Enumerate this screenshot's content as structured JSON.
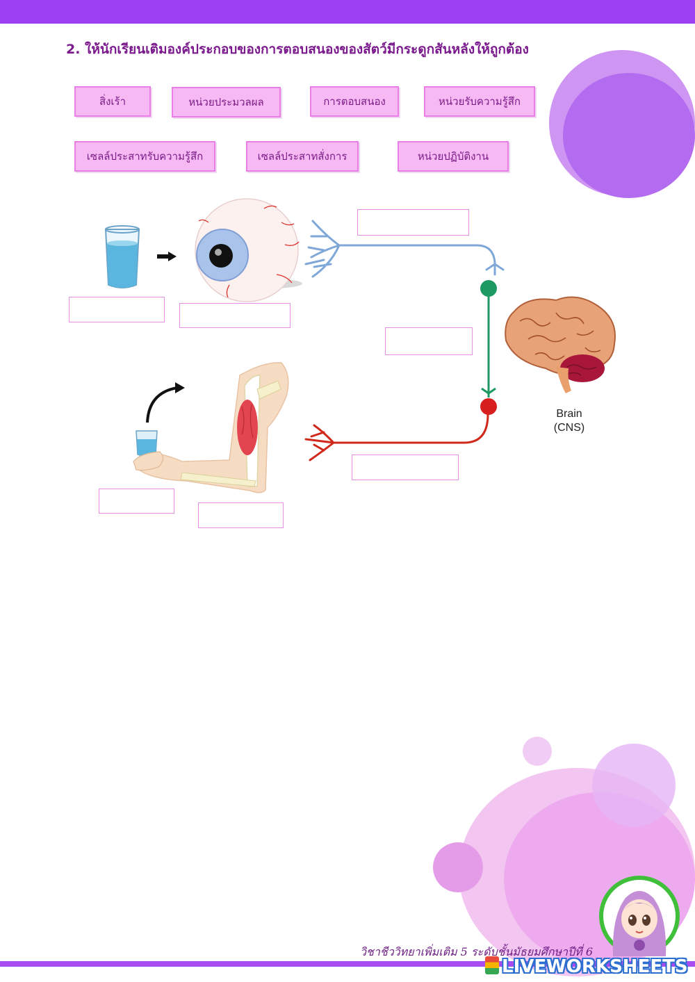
{
  "question": "2. ให้นักเรียนเติมองค์ประกอบของการตอบสนองของสัตว์มีกระดูกสันหลังให้ถูกต้อง",
  "word_bank": [
    "สิ่งเร้า",
    "หน่วยประมวลผล",
    "การตอบสนอง",
    "หน่วยรับความรู้สึก",
    "เซลล์ประสาทรับความรู้สึก",
    "เซลล์ประสาทสั่งการ",
    "หน่วยปฏิบัติงาน"
  ],
  "diagram": {
    "brain_label_line1": "Brain",
    "brain_label_line2": "(CNS)",
    "sensory_color": "#7fa8d8",
    "motor_color": "#d0291b",
    "interneuron_color": "#1d9a63"
  },
  "footer": {
    "course_text": "วิชาชีววิทยาเพิ่มเติม 5  ระดับชั้นมัธยมศึกษาปีที่ 6",
    "watermark": "LIVEWORKSHEETS"
  },
  "colors": {
    "top_bar": "#9b3ff0",
    "card_fill": "#f6b9f4",
    "card_border": "#e97fe6",
    "question_text": "#7a1a8c"
  }
}
